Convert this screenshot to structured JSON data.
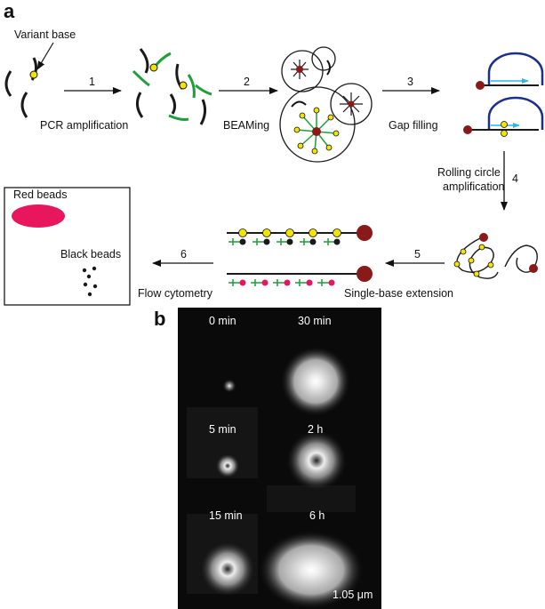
{
  "panel_a": {
    "letter": "a",
    "variant_base": "Variant base",
    "step1": {
      "num": "1",
      "label": "PCR amplification"
    },
    "step2": {
      "num": "2",
      "label": "BEAMing"
    },
    "step3": {
      "num": "3",
      "label": "Gap filling"
    },
    "step4": {
      "num": "4",
      "label_line1": "Rolling circle",
      "label_line2": "amplification"
    },
    "step5": {
      "num": "5",
      "label": "Single-base extension"
    },
    "step6": {
      "num": "6",
      "label": "Flow cytometry"
    },
    "red_beads": "Red beads",
    "black_beads": "Black beads"
  },
  "panel_b": {
    "letter": "b",
    "timepoints": [
      "0 min",
      "30 min",
      "5 min",
      "2 h",
      "15 min",
      "6 h"
    ],
    "scale": "1.05 μm"
  },
  "colors": {
    "strand": "#1a1a1a",
    "green": "#1f9e3a",
    "yellow": "#f2e400",
    "bead_red": "#e8175d",
    "dark_red": "#8a1a1a",
    "blue": "#1a2f8f",
    "cyan": "#29b6e8"
  }
}
